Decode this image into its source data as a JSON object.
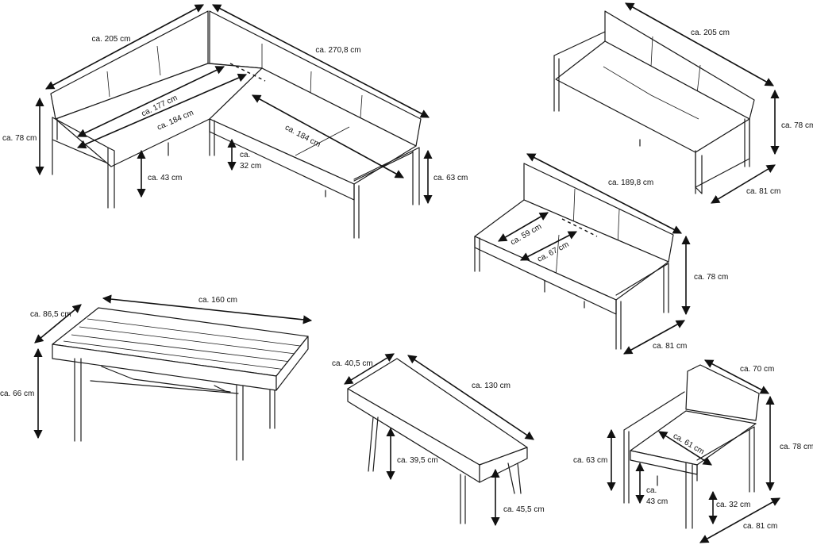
{
  "corner_sofa": {
    "width_left": "ca. 205 cm",
    "width_right": "ca. 270,8 cm",
    "height": "ca. 78 cm",
    "seat_depth": "ca. 177 cm",
    "seat_length_left": "ca. 184 cm",
    "seat_length_right": "ca. 184 cm",
    "seat_height": "ca. 43 cm",
    "leg_clearance_line1": "ca.",
    "leg_clearance_line2": "32 cm",
    "arm_height": "ca. 63 cm"
  },
  "three_seater": {
    "width": "ca. 205 cm",
    "height": "ca. 78 cm",
    "depth": "ca. 81 cm"
  },
  "two_seater": {
    "width": "ca. 189,8 cm",
    "seat_depth": "ca. 59 cm",
    "seat_width": "ca. 67 cm",
    "height": "ca. 78 cm",
    "depth": "ca. 81 cm"
  },
  "dining_table": {
    "depth": "ca. 86,5 cm",
    "length": "ca. 160 cm",
    "height": "ca. 66 cm"
  },
  "coffee_table": {
    "depth": "ca. 40,5 cm",
    "length": "ca. 130 cm",
    "height_low": "ca. 39,5 cm",
    "height_high": "ca. 45,5 cm"
  },
  "armchair": {
    "width": "ca. 70 cm",
    "seat_depth": "ca. 61 cm",
    "height": "ca. 78 cm",
    "arm_height": "ca. 63 cm",
    "seat_height_line1": "ca.",
    "seat_height_line2": "43 cm",
    "leg_clearance": "ca. 32 cm",
    "depth": "ca. 81 cm"
  }
}
